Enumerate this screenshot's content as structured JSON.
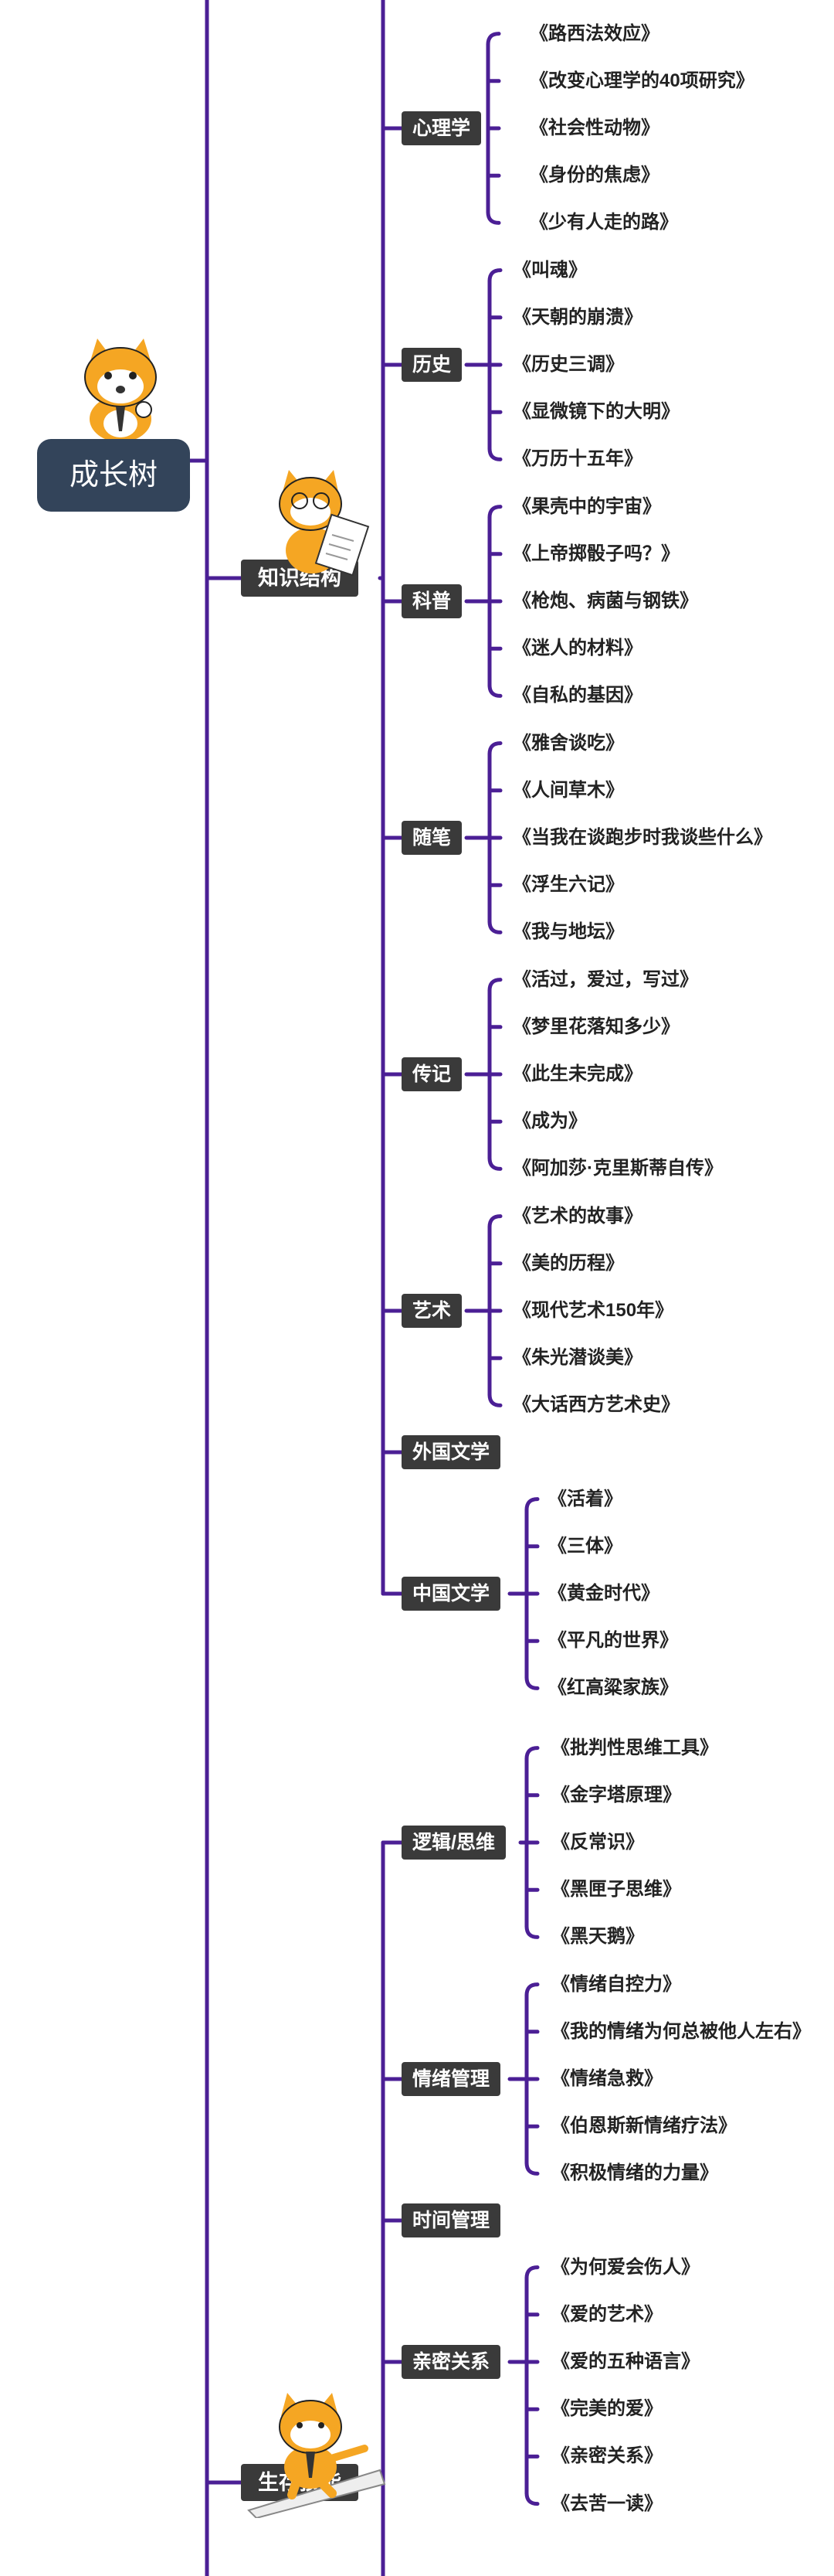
{
  "root": {
    "label": "成长树"
  },
  "branches": [
    {
      "label": "知识结构"
    },
    {
      "label": "生存技能"
    }
  ],
  "categories": [
    {
      "label": "心理学",
      "books": [
        "《路西法效应》",
        "《改变心理学的40项研究》",
        "《社会性动物》",
        "《身份的焦虑》",
        "《少有人走的路》"
      ]
    },
    {
      "label": "历史",
      "books": [
        "《叫魂》",
        "《天朝的崩溃》",
        "《历史三调》",
        "《显微镜下的大明》",
        "《万历十五年》"
      ]
    },
    {
      "label": "科普",
      "books": [
        "《果壳中的宇宙》",
        "《上帝掷骰子吗？》",
        "《枪炮、病菌与钢铁》",
        "《迷人的材料》",
        "《自私的基因》"
      ]
    },
    {
      "label": "随笔",
      "books": [
        "《雅舍谈吃》",
        "《人间草木》",
        "《当我在谈跑步时我谈些什么》",
        "《浮生六记》",
        "《我与地坛》"
      ]
    },
    {
      "label": "传记",
      "books": [
        "《活过，爱过，写过》",
        "《梦里花落知多少》",
        "《此生未完成》",
        "《成为》",
        "《阿加莎·克里斯蒂自传》"
      ]
    },
    {
      "label": "艺术",
      "books": [
        "《艺术的故事》",
        "《美的历程》",
        "《现代艺术150年》",
        "《朱光潜谈美》",
        "《大话西方艺术史》"
      ]
    },
    {
      "label": "外国文学",
      "books": []
    },
    {
      "label": "中国文学",
      "books": [
        "《活着》",
        "《三体》",
        "《黄金时代》",
        "《平凡的世界》",
        "《红高粱家族》"
      ]
    },
    {
      "label": "逻辑/思维",
      "books": [
        "《批判性思维工具》",
        "《金字塔原理》",
        "《反常识》",
        "《黑匣子思维》",
        "《黑天鹅》"
      ]
    },
    {
      "label": "情绪管理",
      "books": [
        "《情绪自控力》",
        "《我的情绪为何总被他人左右》",
        "《情绪急救》",
        "《伯恩斯新情绪疗法》",
        "《积极情绪的力量》"
      ]
    },
    {
      "label": "时间管理",
      "books": []
    },
    {
      "label": "亲密关系",
      "books": [
        "《为何爱会伤人》",
        "《爱的艺术》",
        "《爱的五种语言》",
        "《完美的爱》",
        "《亲密关系》",
        "《去苦一读》"
      ]
    }
  ],
  "colors": {
    "line": "#4b1f95",
    "label_bg": "#3a3a3a",
    "root_bg": "#33445a"
  },
  "icons": [
    "cat-mascot-thinking",
    "cat-mascot-reading",
    "cat-mascot-surfing"
  ]
}
